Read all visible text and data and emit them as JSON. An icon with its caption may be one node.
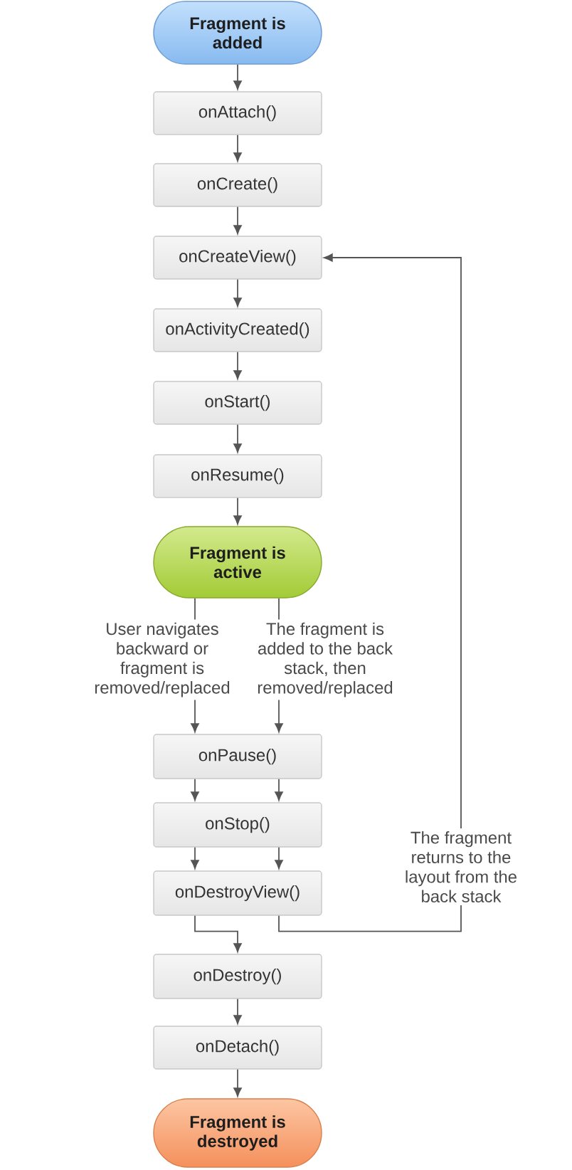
{
  "diagram": {
    "nodes": [
      {
        "text": [
          "Fragment is added"
        ]
      },
      {
        "text": [
          "onAttach()"
        ]
      },
      {
        "text": [
          "onCreate()"
        ]
      },
      {
        "text": [
          "onCreateView()"
        ]
      },
      {
        "text": [
          "onActivityCreated()"
        ]
      },
      {
        "text": [
          "onStart()"
        ]
      },
      {
        "text": [
          "onResume()"
        ]
      },
      {
        "text": [
          "Fragment is active"
        ]
      },
      {
        "text": [
          "onPause()"
        ]
      },
      {
        "text": [
          "onStop()"
        ]
      },
      {
        "text": [
          "onDestroyView()"
        ]
      },
      {
        "text": [
          "onDestroy()"
        ]
      },
      {
        "text": [
          "onDetach()"
        ]
      },
      {
        "text": [
          "Fragment is destroyed"
        ]
      }
    ],
    "edges": [
      {
        "from": 0,
        "to": 1,
        "arrow": "to"
      },
      {
        "from": 1,
        "to": 2,
        "arrow": "to"
      },
      {
        "from": 2,
        "to": 3,
        "arrow": "to"
      },
      {
        "from": 3,
        "to": 4,
        "arrow": "to"
      },
      {
        "from": 4,
        "to": 5,
        "arrow": "to"
      },
      {
        "from": 5,
        "to": 6,
        "arrow": "to"
      },
      {
        "from": 6,
        "to": 7,
        "arrow": "to"
      },
      {
        "from": 7,
        "to": 8,
        "arrow": "to",
        "label": "User navigates backward or fragment is removed/replaced"
      },
      {
        "from": 7,
        "to": 8,
        "arrow": "to",
        "label": "The fragment is added to the back stack, then removed/replaced"
      },
      {
        "from": 8,
        "to": 9,
        "arrow": "to"
      },
      {
        "from": 8,
        "to": 9,
        "arrow": "to"
      },
      {
        "from": 9,
        "to": 10,
        "arrow": "to"
      },
      {
        "from": 9,
        "to": 10,
        "arrow": "to"
      },
      {
        "from": 10,
        "to": 11,
        "arrow": "to"
      },
      {
        "from": 10,
        "to": 3,
        "arrow": "to",
        "label": "The fragment returns to the layout from the back stack"
      },
      {
        "from": 11,
        "to": 12,
        "arrow": "to"
      },
      {
        "from": 12,
        "to": 13,
        "arrow": "to"
      }
    ]
  }
}
